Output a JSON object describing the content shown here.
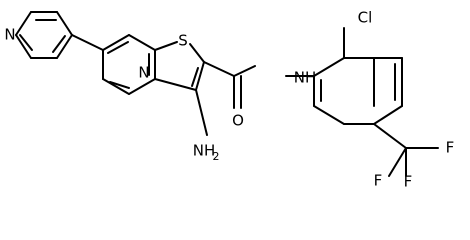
{
  "atom_labels": {
    "pyridine_n": "N",
    "bicyclic_n": "N",
    "thiophene_s": "S",
    "chlorine": "Cl",
    "amide_nh": "NH",
    "amide_o": "O",
    "amino_nh2": "NH",
    "amino_subscript": "2",
    "fluorine_top": "F",
    "fluorine_left": "F",
    "fluorine_bottom": "F"
  }
}
